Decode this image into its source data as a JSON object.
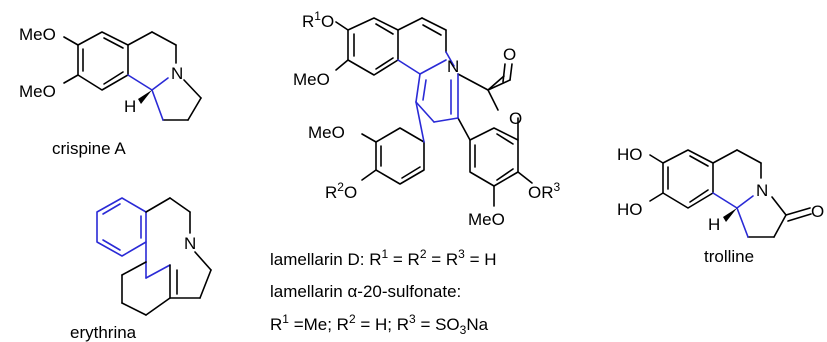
{
  "colors": {
    "bond": "#000000",
    "highlight": "#2a2ad6",
    "background": "#ffffff"
  },
  "crispine": {
    "caption": "crispine A",
    "meo_top": "MeO",
    "meo_bottom": "MeO",
    "n": "N",
    "h": "H"
  },
  "erythrina": {
    "caption": "erythrina",
    "n": "N"
  },
  "lamellarin": {
    "r1": "R",
    "r1_sup": "1",
    "r1_o": "O",
    "meo_left": "MeO",
    "n": "N",
    "o_carbonyl": "O",
    "o_ring": "O",
    "meo_aryl": "MeO",
    "r2": "R",
    "r2_sup": "2",
    "r2_o": "O",
    "meo_bottom": "MeO",
    "or3": "OR",
    "r3_sup": "3",
    "caption_line1": {
      "prefix": "lamellarin D: R",
      "s1": "1",
      "eq1": " = R",
      "s2": "2",
      "eq2": " = R",
      "s3": "3",
      "tail": " = H"
    },
    "caption_line2": "lamellarin α-20-sulfonate:",
    "caption_line3": {
      "prefix": "R",
      "s1": "1",
      "part1": " =Me; R",
      "s2": "2",
      "part2": " = H; R",
      "s3": "3",
      "part3": " = SO",
      "sub3": "3",
      "tail": "Na"
    }
  },
  "trolline": {
    "caption": "trolline",
    "ho_top": "HO",
    "ho_bottom": "HO",
    "n": "N",
    "o": "O",
    "h": "H"
  }
}
